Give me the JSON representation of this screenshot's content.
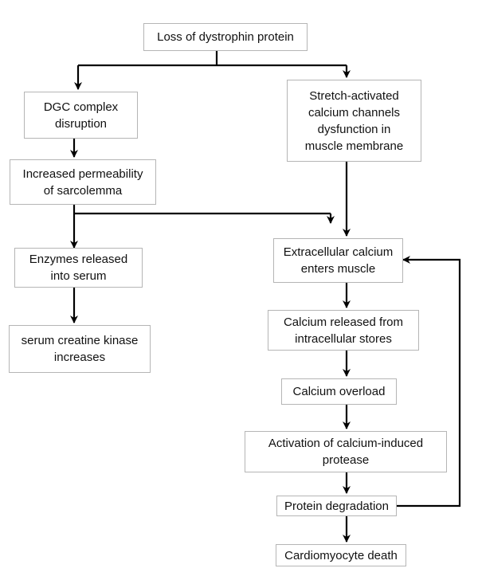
{
  "nodes": {
    "loss_dystrophin": "Loss of dystrophin protein",
    "dgc_disruption": "DGC complex\ndisruption",
    "stretch_channels": "Stretch-activated\ncalcium channels\ndysfunction in\nmuscle membrane",
    "permeability": "Increased permeability\nof sarcolemma",
    "enzymes_released": "Enzymes released\ninto serum",
    "creatine_kinase": "serum creatine kinase\nincreases",
    "extracellular_calcium": "Extracellular calcium\nenters muscle",
    "calcium_released": "Calcium released from\nintracellular stores",
    "calcium_overload": "Calcium overload",
    "protease_activation": "Activation of calcium-induced\nprotease",
    "protein_degradation": "Protein degradation",
    "cardiomyocyte_death": "Cardiomyocyte death"
  },
  "colors": {
    "box_border": "#b5b5b5",
    "arrow": "#000000",
    "text": "#111111"
  }
}
